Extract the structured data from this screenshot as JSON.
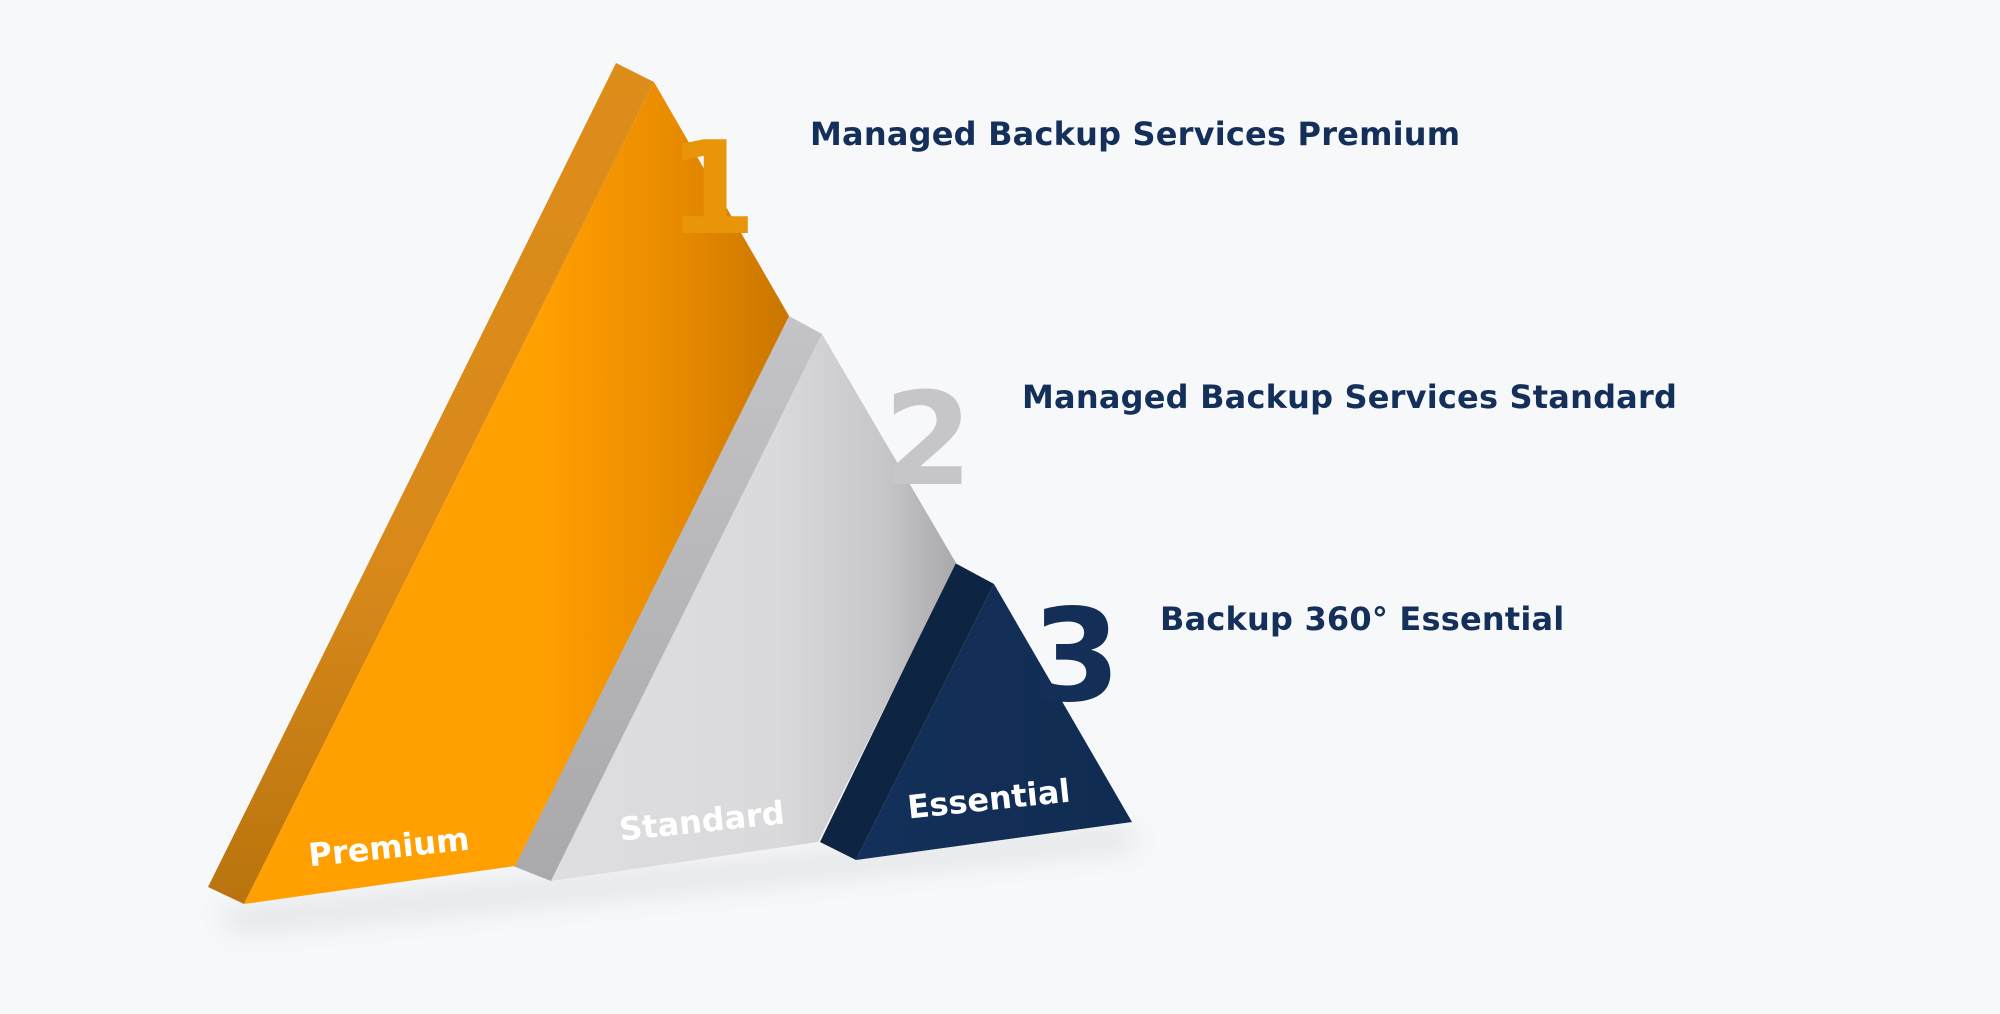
{
  "colors": {
    "background": "#f7f8fa",
    "title_text": "#14305a",
    "premium": "#ff9f00",
    "standard": "#dadadc",
    "essential": "#122e55",
    "number_premium": "#e8950a",
    "number_standard": "#c6c6c8",
    "number_essential": "#132f57",
    "face_label": "#ffffff"
  },
  "tiers": [
    {
      "number": "1",
      "title": "Managed Backup Services Premium",
      "face_label": "Premium",
      "color": "premium"
    },
    {
      "number": "2",
      "title": "Managed Backup Services Standard",
      "face_label": "Standard",
      "color": "standard"
    },
    {
      "number": "3",
      "title": "Backup 360° Essential",
      "face_label": "Essential",
      "color": "essential"
    }
  ]
}
